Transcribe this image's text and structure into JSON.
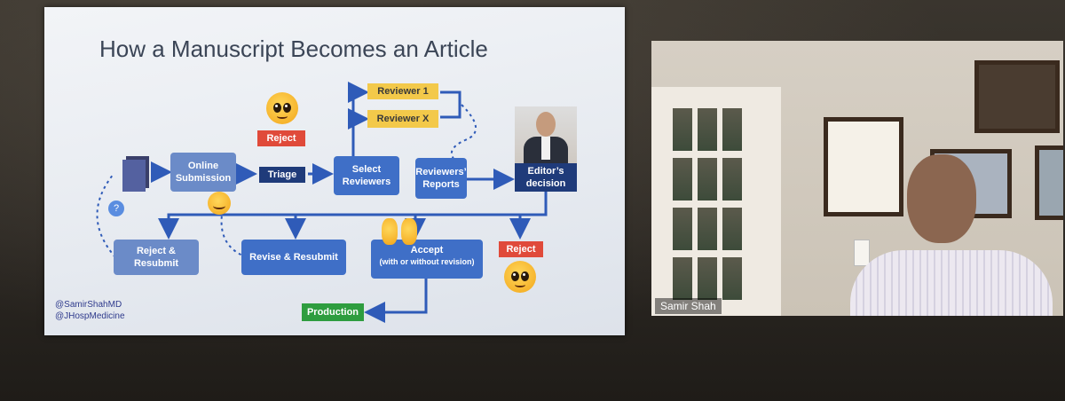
{
  "slide": {
    "title": "How a Manuscript Becomes an Article",
    "nodes": {
      "online_submission": "Online Submission",
      "triage": "Triage",
      "select_reviewers": "Select Reviewers",
      "reviewers_reports": "Reviewers’ Reports",
      "editors_decision": "Editor’s decision",
      "reviewer_1": "Reviewer 1",
      "reviewer_x": "Reviewer X",
      "reject_top": "Reject",
      "reject_right": "Reject",
      "reject_resubmit": "Reject & Resubmit",
      "revise_resubmit": "Revise & Resubmit",
      "accept": "Accept",
      "accept_note": "(with or without revision)",
      "production": "Production",
      "question": "?"
    },
    "handles": [
      "@SamirShahMD",
      "@JHospMedicine"
    ],
    "colors": {
      "blue": "#3f6fc7",
      "navy": "#1f3b7a",
      "yellow": "#f3c94a",
      "red": "#e04a3a",
      "green": "#2e9d3f"
    }
  },
  "video": {
    "participant_name": "Samir Shah"
  }
}
